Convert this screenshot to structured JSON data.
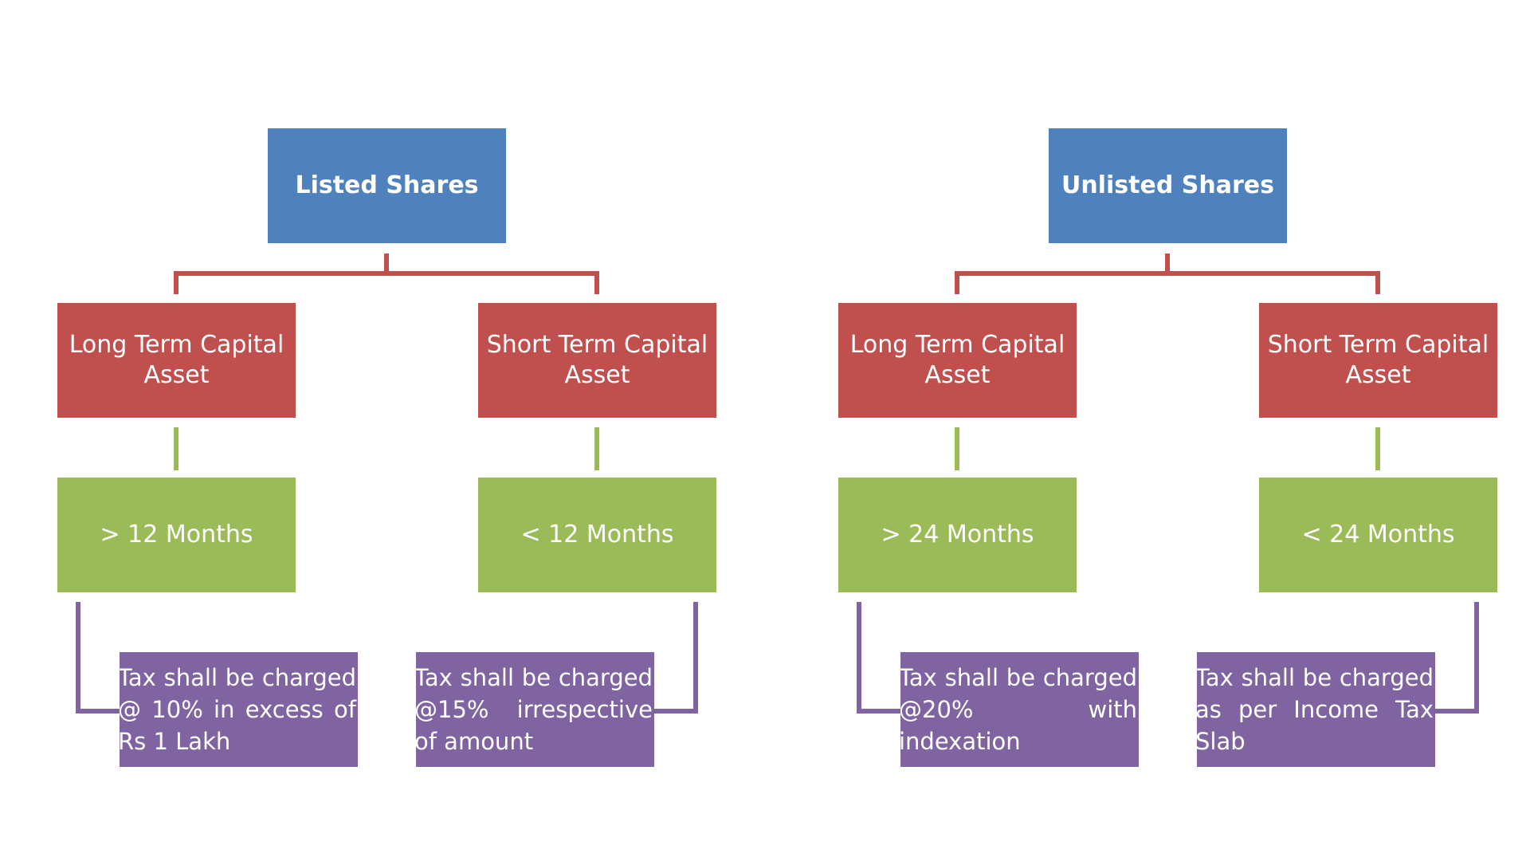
{
  "diagram": {
    "trees": [
      {
        "root": "Listed Shares",
        "branches": [
          {
            "category": "Long Term Capital Asset",
            "period": "> 12 Months",
            "tax": "Tax shall be charged @ 10% in excess of Rs 1 Lakh"
          },
          {
            "category": "Short Term Capital Asset",
            "period": "< 12 Months",
            "tax": "Tax shall be charged @15% irrespective of amount"
          }
        ]
      },
      {
        "root": "Unlisted Shares",
        "branches": [
          {
            "category": "Long Term Capital Asset",
            "period": "> 24 Months",
            "tax": "Tax shall be charged @20% with indexation"
          },
          {
            "category": "Short Term Capital Asset",
            "period": "< 24 Months",
            "tax": "Tax shall be charged as per Income Tax Slab"
          }
        ]
      }
    ],
    "colors": {
      "root": "#4F81BD",
      "category": "#C0504D",
      "period": "#9BBB59",
      "tax": "#8064A2",
      "root_connector": "#C0504D",
      "period_connector": "#9BBB59",
      "tax_connector": "#8064A2"
    }
  }
}
